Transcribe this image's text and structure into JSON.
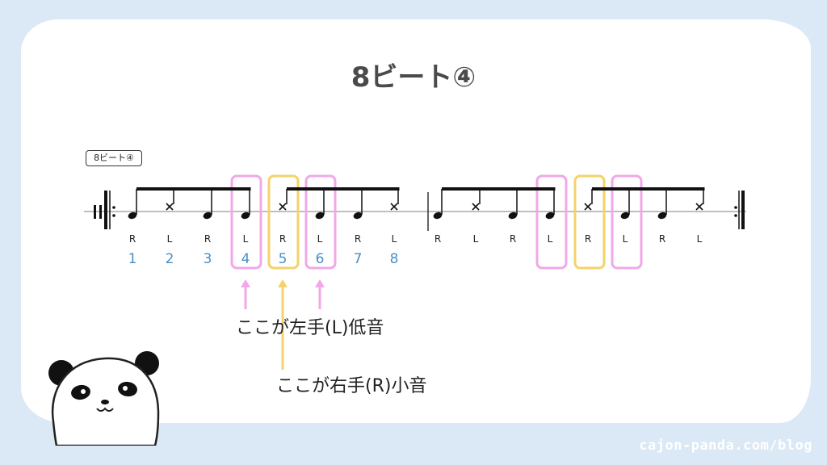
{
  "title": "8ビート④",
  "badge": "8ビート④",
  "hands_measure1": [
    "R",
    "L",
    "R",
    "L",
    "R",
    "L",
    "R",
    "L"
  ],
  "hands_measure2": [
    "R",
    "L",
    "R",
    "L",
    "R",
    "L",
    "R",
    "L"
  ],
  "counts": [
    "1",
    "2",
    "3",
    "4",
    "5",
    "6",
    "7",
    "8"
  ],
  "annotation_left_hand": "ここが左手(L)低音",
  "annotation_right_hand": "ここが右手(R)小音",
  "watermark": "cajon-panda.com/blog",
  "colors": {
    "background": "#dbe8f5",
    "pink": "#f0a8e8",
    "yellow": "#f3d36b",
    "count_blue": "#4a8fc4"
  },
  "icons": [
    "panda-mascot-icon"
  ]
}
